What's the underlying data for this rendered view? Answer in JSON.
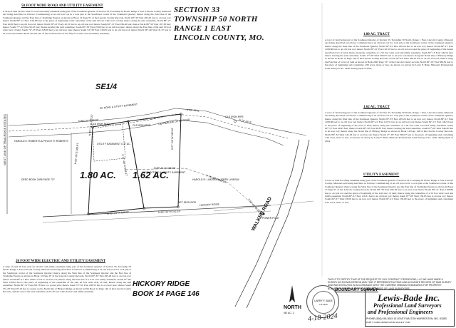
{
  "header": {
    "line1": "SECTION 33",
    "line2": "TOWNSHIP 50 NORTH",
    "line3": "RANGE 1 EAST",
    "line4": "LINCOLN COUNTY, MO."
  },
  "sections": {
    "road_easement": {
      "title": "50 FOOT WIDE ROAD AND UTILITY EASEMENT",
      "body": "A strip of land 50 feet wide for road and utility easement being part of the Southeast Quarter of Section 33, Township 50 North, Range 1 East, Lincoln County, Missouri and being described as follows: Commencing at an old iron rod in a rock pile at the Southwest corner of the Southeast Quarter; thence along the West line of the Southeast Quarter and the East line of Trailridge Estates as shown in Book 12 Page 97 of the Lincoln County Records, North 00°-33' East 295.26 feet to an iron rod; thence North 86°-21' East 1119.86 feet to the place of beginning of the centerline of the said 50 foot wide tract of land; thence along the said centerline, North 86°-21' East 40.00 feet to an old iron rod; thence North 00°-21' East 110.31 feet to an old iron rod; thence South 82°-15' East 196.40 feet; thence North 86°-50' East 197.38 feet; thence South 77°-22' East 95.45 feet; thence leaving the said centerline, South 00°-50' East 25.60 feet to an old iron pipe; thence along the East line of the said 50 foot wide tract of land, South 72°-55' East 218.09 feet to an old iron pipe; thence South 54°-56' East 139.85 feet to an old iron rod; thence North 06°-26' West 31.37 feet to an ironrod in Walker Road and the end of the said East line of the fifty foot wide road and utility easement."
    },
    "electric_easement": {
      "title": "20 FOOT WIDE ELECTRIC AND UTILITY EASEMENT",
      "body": "A strip of land 20 feet wide for electric and utility easement being part of the Southeast Quarter of Section 33, Township 50 North, Range 1 East, Lincoln County, Missouri and being described as follows: Commencing at an old iron rod in a rock pile at the Southwest corner of the Southeast Quarter; thence along the West line of the Southeast Quarter and the East line of Trailridge Estates as shown in Book 12 Page 97 of the Lincoln County Records, North 00°-33' East 295.26 feet to an iron rod; thence North 86°-21' East 1280.17 feet to an iron rod; thence along the East line of a 0.37 acre utility easement, South 07°-00' West 159.65 feet to the place of beginning of the centerline of the said 20 foot wide strip of land; thence along the said centerline, North 89°-51' East 295.78 feet to a power pole; thence South 74°-52' East 249.53 feet to a power pole; thence South 55°-20' West 93.18 feet to a point on the North line of Hickory Ridge as shown in Plat Book 14 Page 146 of the Lincoln County Records, and the end of the said centerline of the 20 foot wide electric and utility easement."
    },
    "tract_180": {
      "title": "1.80 AC. TRACT",
      "body": "A tract of land being part of the Southeast Quarter of Section 33, Township 50 North, Range 1 East, Lincoln County, Missouri and being described as follows: Commencing at an old iron rod in a rock pile at the Southwest corner of the Southeast Quarter; thence along the West line of the Southeast Quarter, North 00°-33' East 295.26 feet to an iron rod; thence North 86°-21' East 1169.86 feet to an old iron rod; thence North 00°-21' East 110.31 feet to an old iron rod and the place of beginning of the herein described tract of land; thence along the centerline of a 50 foot wide road and utility easement, South 82°-15' East 149.54 feet; thence leaving the said centerline, South 17°-00' West 384.97 feet to an iron rod; thence along the North line of Hickory Ridge as shown in Book 14 Page 146 of the Lincoln County Records, North 78°-24' West 189.97 feet to an old iron rod; thence along the East line of a tract of land as shown in Book 2495 Page 727 of the Lincoln County records, North 00°-45' East 389.81 feet to the place of beginning and containing 1.80 acres, more or less. As shown on survey by Larry F. Bade, Missouri Professional Land Surveyor No. 1436, during April of 2024."
    },
    "tract_162": {
      "title": "1.62 AC. TRACT",
      "body": "A tract of land being part of the Southeast Quarter of Section 33, Township 50 North, Range 1 East, Lincoln County, Missouri and being described as follows: Commencing at an old iron rod in a rock pile at the Southwest corner of the Southeast Quarter; thence along the West line of the Southeast Quarter, North 00°-33' East 295.26 feet to an iron rod; thence North 86°-21' East 1169.86 feet to an old iron rod; thence North 00°-21' East 110.31 feet to an old iron rod; thence South 82°-15' East 149.54 feet to the place of beginning of the tract of land; thence along the centerline of a 50 foot wide road and utility easement, South 82°-15' East 46.95 feet; thence North 86°-50' East 96.87 feet; thence leaving the said centerline, South 07°-00' West 349.20 feet to an iron rod; thence along the North line of Hickory Ridge as shown in Book 14 Page 146 of the Lincoln County Records, North 89°-34' West 242.18 feet to an iron rod; thence North 17°-03' East 384.97 feet to the place of beginning and containing 1.62 acres, more or less. As shown on survey by Larry F. Bade, Missouri Professional Land Surveyor No. 1436, during April of 2024."
    },
    "utility_easement": {
      "title": "UTILITY EASEMENT",
      "body": "A tract of land for utility easement being part of the Southeast Quarter of Section 33, Township 50 North, Range 1 East, Lincoln County, Missouri and being described as follows: Commencing at an old iron rod in a rock pile at the Southwest corner of the Southeast Quarter; thence along the West line of the Southeast Quarter and the East line of Trailridge Estates as shown in Book 12 Page 97 of the Lincoln County Records, North 00°-33' East 295.26 feet to an iron rod; thence North 86°-21' East 1169.86 feet to an iron rod and the place of beginning of the said tract of land; thence along the centerline of a 50 foot wide road and utility easement, North 86°-21' East 110.31 feet to an old iron rod; thence South 07°-00' West 159.65 feet to an iron rod; thence South 84°-07' West 93.06 feet to an iron rod; thence North 00°-21' West 150.00 feet to the place of beginning and containing 0.37 acres, more or less."
    }
  },
  "plat": {
    "section_label": "SE1/4",
    "acre_180": "1.80 AC.",
    "acre_162": "1.62 AC.",
    "hickory_line1": "HICKORY RIDGE",
    "hickory_line2": "BOOK 14 PAGE 146",
    "road_name": "WALKER ROAD",
    "north_label": "NORTH",
    "scale_label": "NO AC. 2",
    "left_edge_label": "WEST LINE OF TRAILRIDGE ESTATES",
    "labels": [
      "50' ROAD & UTILITY EASEMENT",
      "OLD IRON ROD",
      "OLD IRON PIPE",
      "HAROLD E. ROBERTS & PEGGY R. ROBERTS",
      "DEED BOOK 2495 PAGE 727",
      "UTILITY EASEMENT 0.37 AC.",
      "HAROLD R. LINDSAY & JERRY LINDSAY",
      "20' ELECTRIC & UTILITY EASEMENT",
      "HICKORY RIDGE",
      "POWER POLE",
      "S 82°-15' E",
      "N 86°-50' E",
      "S 72°-55' E",
      "N 00°-45' E 389.81'",
      "S 17°-00' W 384.97'",
      "S 07°-00' W 349.20'",
      "N 78°-24' W 189.97'",
      "N 89°-34' W 242.18'",
      "S 55°-20' W 93.18'",
      "SET IRON ROD",
      "OLD IRON ROD",
      "S 74°-52' E 249.53'",
      "N 89°-51' E 295.78'",
      "CENTERLINE OF 50' ROAD",
      "N 86°-21' E 40.00'",
      "N 00°-21' E 110.31'"
    ]
  },
  "seal": {
    "name": "LARRY F. BADE",
    "number": "LS-1436",
    "sig_date": "4-18-2024"
  },
  "certification": "THIS IS TO CERTIFY THAT AT THE REQUEST OF OLD CONTRACT OPERATIONS, LLC WE HAVE MADE A SURVEY AS SHOWN HEREON AND THAT IT REPRESENTS A TRUE AND ACCURATE RECORD OF SAID SURVEY AND WAS EXECUTED IN ACCORDANCE WITH THE CURRENT MINIMUM STANDARDS FOR PROPERTY BOUNDARY SURVEYS OF THE MISSOURI BOARD OF LAND SURVEYORS.",
  "title_block": {
    "title": "BOUNDARY SURVEY",
    "firm": "Lewis-Bade Inc.",
    "job": "LBI-312",
    "line1": "Professional Land Surveyors",
    "line2": "and Professional Engineers",
    "contact": "PHONE (636) 456-3615   101 EAST WALTON   WARRENTON, MO. 63383",
    "rows": "PARTY CHIEF   DRAWN   DATE   SCALE   1\"=100'"
  }
}
